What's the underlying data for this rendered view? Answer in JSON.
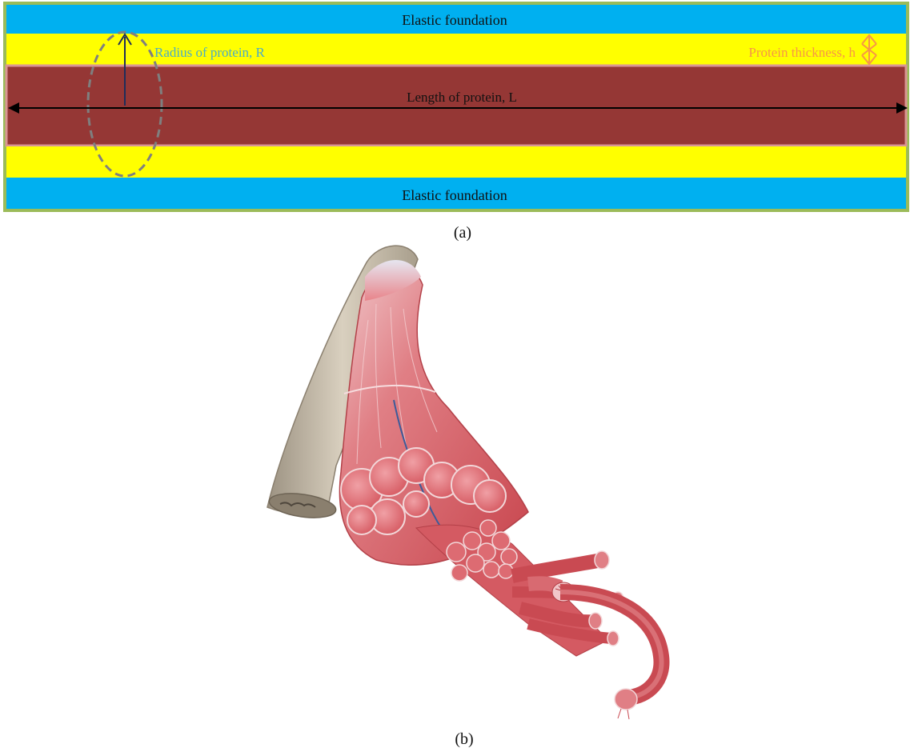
{
  "diagram_a": {
    "top_layer_label": "Elastic foundation",
    "bottom_layer_label": "Elastic foundation",
    "radius_label": "Radius of protein, R",
    "thickness_label": "Protein thickness, h",
    "length_label": "Length of protein, L",
    "colors": {
      "foundation": "#00b0f0",
      "protein_layer": "#ffff00",
      "core": "#953735",
      "border": "#9bbb59",
      "radius_text": "#4bacc6",
      "thickness_text": "#f79646"
    },
    "caption": "(a)"
  },
  "illustration_b": {
    "subject": "skeletal muscle and tendon anatomy illustration",
    "caption": "(b)"
  }
}
